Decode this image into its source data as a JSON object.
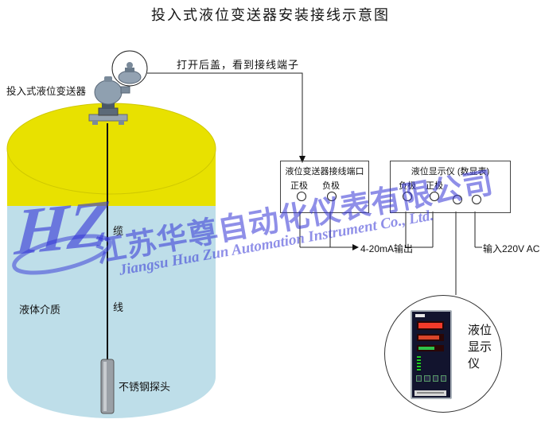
{
  "title": "投入式液位变送器安装接线示意图",
  "annotations": {
    "open_cover_note": "打开后盖，看到接线端子",
    "transmitter_label": "投入式液位变送器",
    "cable_char_top": "缆",
    "cable_char_bottom": "线",
    "medium_label": "液体介质",
    "probe_label": "不锈钢探头"
  },
  "terminal_box": {
    "title": "液位变送器接线端口",
    "terminals": [
      "正极",
      "负极"
    ]
  },
  "display_box": {
    "title": "液位显示仪 (数显表)",
    "terminals": [
      "负极",
      "正极"
    ]
  },
  "signal_label": "4-20mA输出",
  "power_label": "输入220V AC",
  "display_callout": {
    "lines": [
      "液位",
      "显示",
      "仪"
    ]
  },
  "watermark": {
    "company_cn": "江苏华尊自动化仪表有限公司",
    "company_en": "Jiangsu Hua Zun Automation Instrument Co., Ltd.",
    "logo": "HZ"
  },
  "colors": {
    "tank_yellow": "#e8e100",
    "liquid_blue": "#bedee9",
    "watermark_blue": "#3434d6"
  }
}
